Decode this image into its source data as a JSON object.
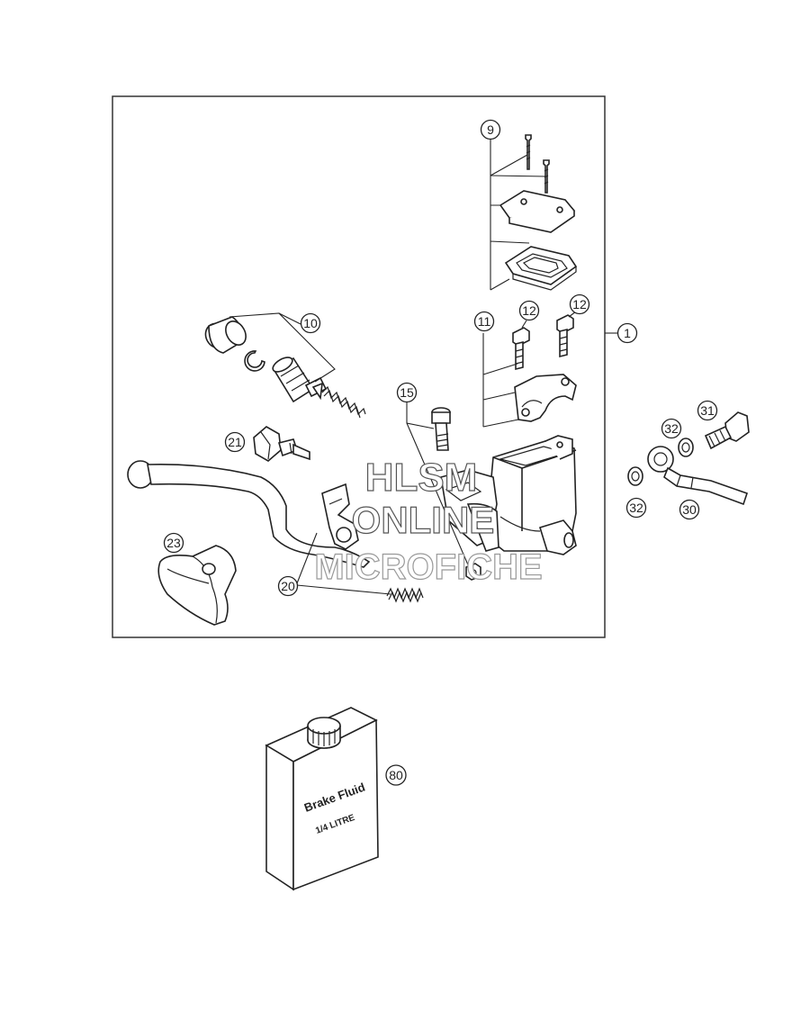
{
  "callouts": {
    "c9": "9",
    "c10": "10",
    "c11": "11",
    "c12a": "12",
    "c12b": "12",
    "c1": "1",
    "c15": "15",
    "c21": "21",
    "c31": "31",
    "c32a": "32",
    "c32b": "32",
    "c30": "30",
    "c23": "23",
    "c20": "20",
    "c80": "80"
  },
  "bottle": {
    "label_line1": "Brake Fluid",
    "label_line2": "1/4 LITRE"
  },
  "watermark": {
    "line1": "HLSM",
    "line2": "ONLINE",
    "line3": "MICROFICHE"
  }
}
